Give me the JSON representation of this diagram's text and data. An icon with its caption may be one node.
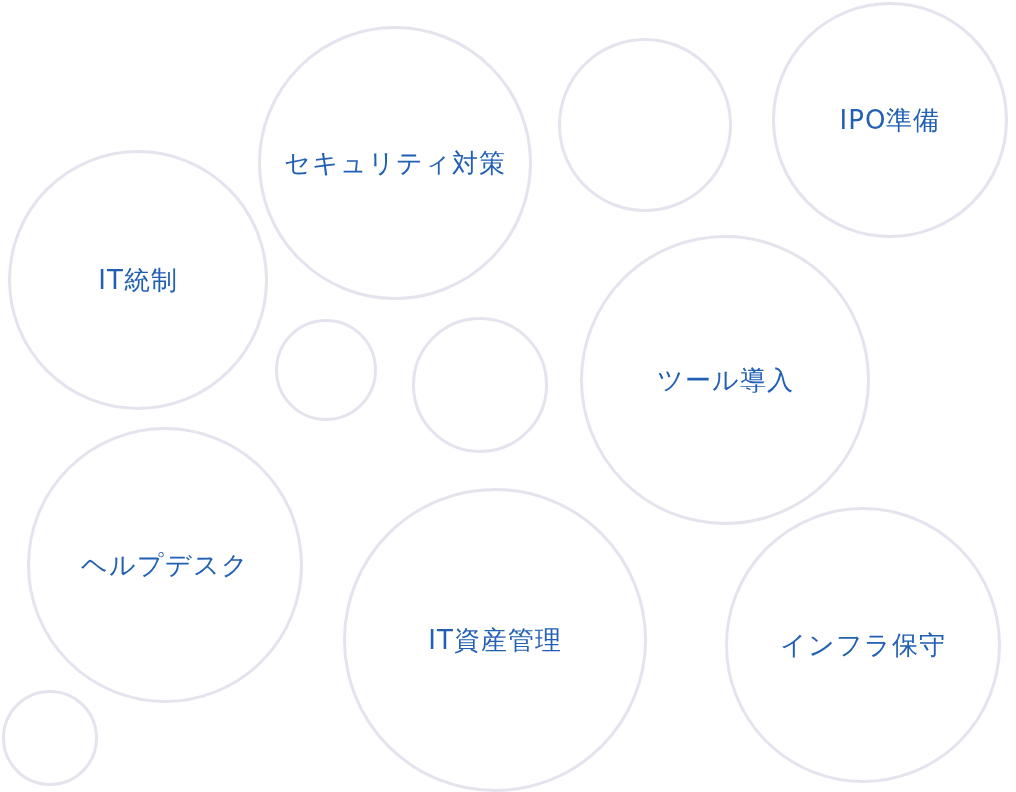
{
  "diagram": {
    "nodes": [
      {
        "text": [
          "セキュリティ対策"
        ]
      },
      {
        "text": [],
        "shape": "circle"
      },
      {
        "text": [
          "IPO準備"
        ]
      },
      {
        "text": [
          "IT統制"
        ]
      },
      {
        "text": [],
        "shape": "circle"
      },
      {
        "text": [],
        "shape": "circle"
      },
      {
        "text": [
          "ツール導入"
        ]
      },
      {
        "text": [
          "ヘルプデスク"
        ]
      },
      {
        "text": [
          "IT資産管理"
        ]
      },
      {
        "text": [
          "インフラ保守"
        ]
      },
      {
        "text": [],
        "shape": "circle"
      }
    ]
  }
}
